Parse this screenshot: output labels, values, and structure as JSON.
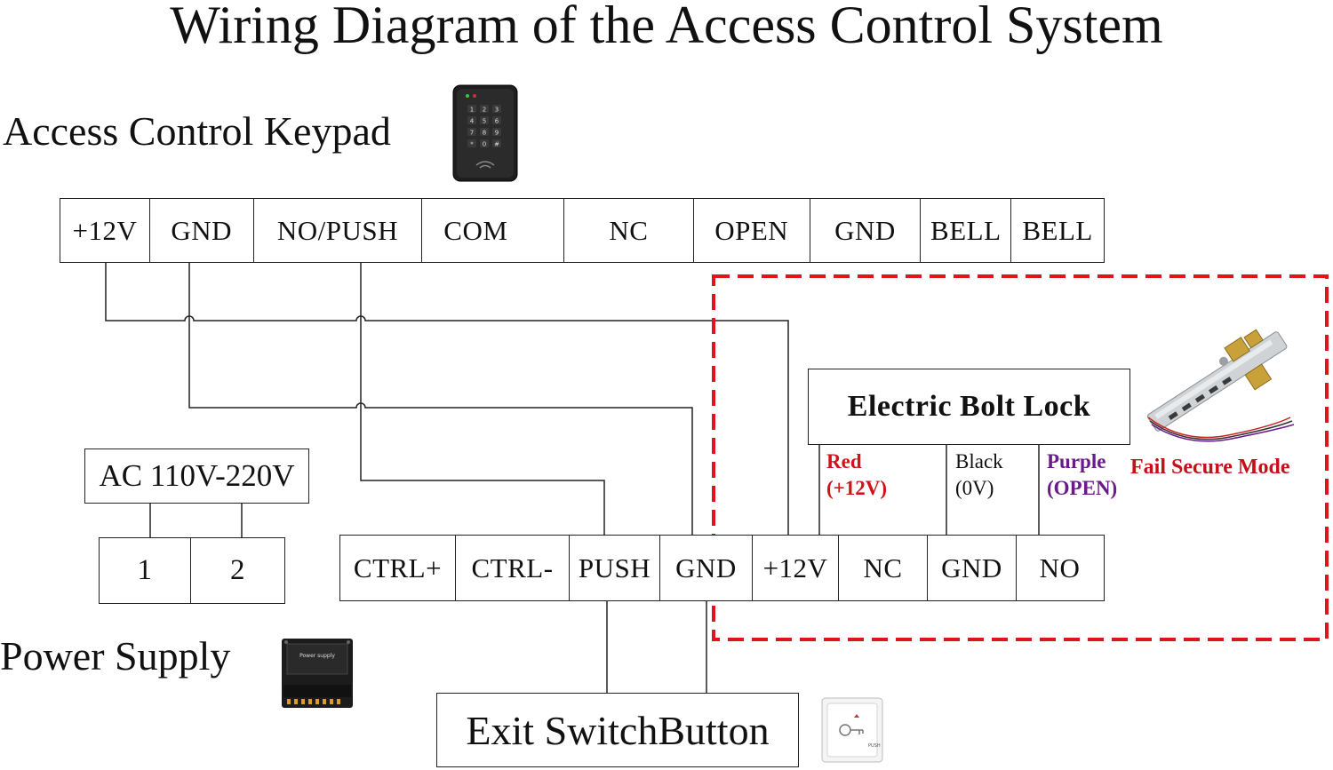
{
  "title": "Wiring Diagram of the Access Control System",
  "keypad": {
    "label": "Access Control Keypad",
    "terminals": [
      "+12V",
      "GND",
      "NO/PUSH",
      "COM",
      "NC",
      "OPEN",
      "GND",
      "BELL",
      "BELL"
    ],
    "keys": [
      "1",
      "2",
      "3",
      "4",
      "5",
      "6",
      "7",
      "8",
      "9",
      "*",
      "0",
      "#"
    ]
  },
  "ac_source": {
    "label": "AC 110V-220V",
    "terminals": [
      "1",
      "2"
    ]
  },
  "power_supply": {
    "label": "Power Supply",
    "terminals": [
      "CTRL+",
      "CTRL-",
      "PUSH",
      "GND",
      "+12V",
      "NC",
      "GND",
      "NO"
    ],
    "device_text": "Power supply"
  },
  "lock": {
    "label": "Electric Bolt Lock",
    "mode": "Fail Secure Mode",
    "wires": [
      {
        "name": "Red",
        "value": "(+12V)",
        "color": "#d0121b"
      },
      {
        "name": "Black",
        "value": "(0V)",
        "color": "#111111"
      },
      {
        "name": "Purple",
        "value": "(OPEN)",
        "color": "#6a1b8a"
      }
    ]
  },
  "exit_button": {
    "label": "Exit SwitchButton",
    "device_text": "PUSH"
  },
  "colors": {
    "dashed_region": "#e0141c",
    "mode_text": "#c41019",
    "line": "#222222"
  }
}
